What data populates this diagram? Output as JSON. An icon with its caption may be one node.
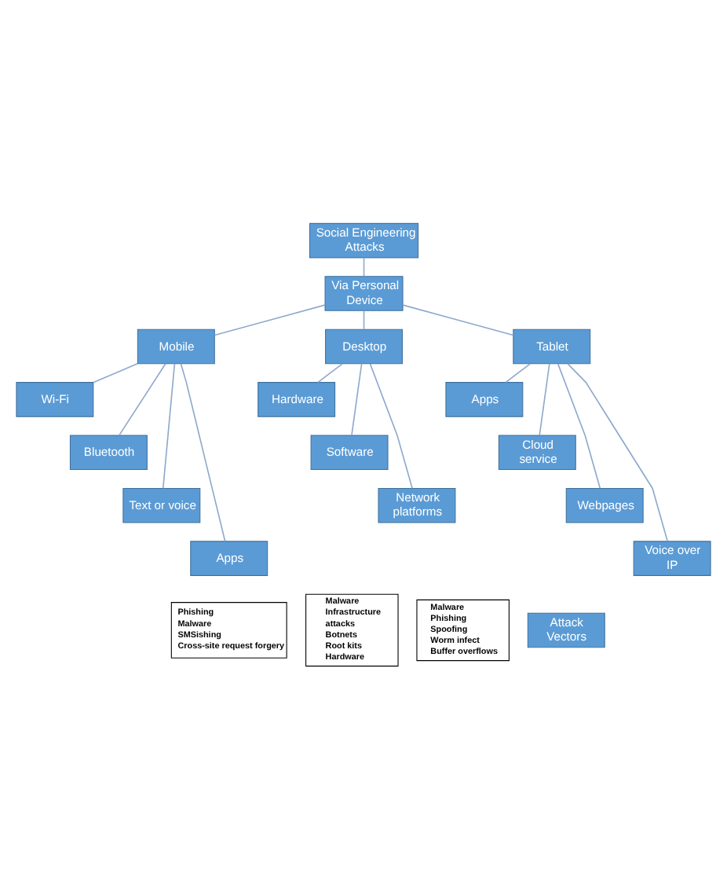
{
  "diagram": {
    "nodes": [
      {
        "text": [
          "Social Engineering Attacks"
        ]
      },
      {
        "text": [
          "Via Personal Device"
        ]
      },
      {
        "text": [
          "Mobile"
        ]
      },
      {
        "text": [
          "Desktop"
        ]
      },
      {
        "text": [
          "Tablet"
        ]
      },
      {
        "text": [
          "Wi-Fi"
        ]
      },
      {
        "text": [
          "Bluetooth"
        ]
      },
      {
        "text": [
          "Text or voice"
        ]
      },
      {
        "text": [
          "Apps"
        ]
      },
      {
        "text": [
          "Hardware"
        ]
      },
      {
        "text": [
          "Software"
        ]
      },
      {
        "text": [
          "Network platforms"
        ]
      },
      {
        "text": [
          "Apps"
        ]
      },
      {
        "text": [
          "Cloud service"
        ]
      },
      {
        "text": [
          "Webpages"
        ]
      },
      {
        "text": [
          "Voice over IP"
        ]
      },
      {
        "text": [
          "Phishing",
          "Malware",
          "SMSishing",
          "Cross-site request forgery"
        ]
      },
      {
        "text": [
          "Malware",
          "Infrastructure attacks",
          "Botnets",
          "Root kits",
          "Hardware"
        ]
      },
      {
        "text": [
          "Malware",
          "Phishing",
          "Spoofing",
          "Worm infect",
          "Buffer overflows"
        ]
      },
      {
        "text": [
          "Attack Vectors"
        ]
      }
    ],
    "edges": [
      {
        "from": 0,
        "to": 1,
        "arrow": "none"
      },
      {
        "from": 1,
        "to": 2,
        "arrow": "none"
      },
      {
        "from": 1,
        "to": 3,
        "arrow": "none"
      },
      {
        "from": 1,
        "to": 4,
        "arrow": "none"
      },
      {
        "from": 2,
        "to": 5,
        "arrow": "none"
      },
      {
        "from": 2,
        "to": 6,
        "arrow": "none"
      },
      {
        "from": 2,
        "to": 7,
        "arrow": "none"
      },
      {
        "from": 2,
        "to": 8,
        "arrow": "none"
      },
      {
        "from": 3,
        "to": 9,
        "arrow": "none"
      },
      {
        "from": 3,
        "to": 10,
        "arrow": "none"
      },
      {
        "from": 3,
        "to": 11,
        "arrow": "none"
      },
      {
        "from": 4,
        "to": 12,
        "arrow": "none"
      },
      {
        "from": 4,
        "to": 13,
        "arrow": "none"
      },
      {
        "from": 4,
        "to": 14,
        "arrow": "none"
      },
      {
        "from": 4,
        "to": 15,
        "arrow": "none"
      }
    ]
  }
}
